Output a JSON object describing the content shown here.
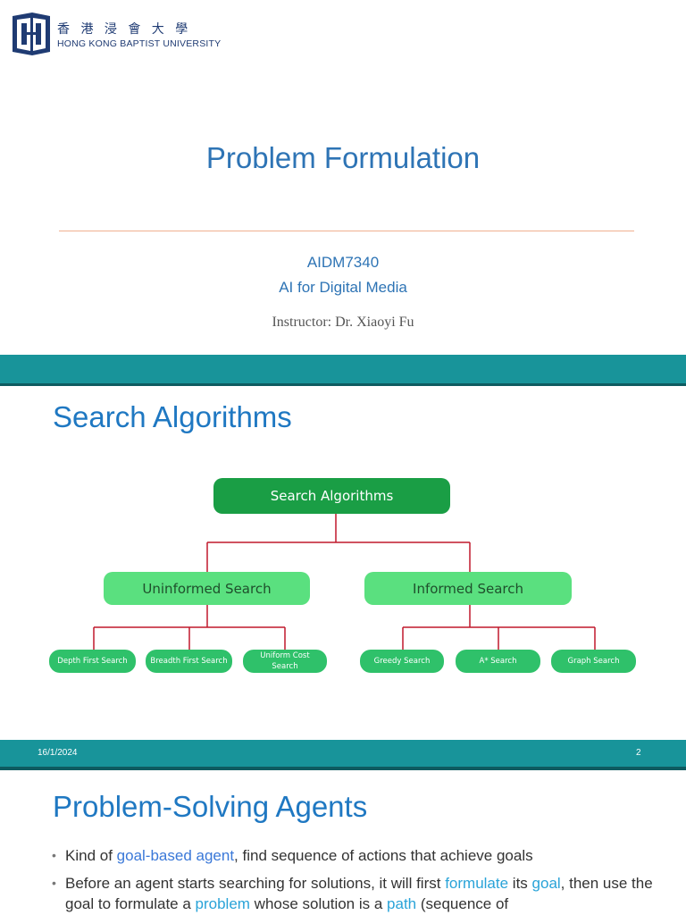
{
  "slide1": {
    "logo": {
      "chinese": "香 港 浸 會 大 學",
      "english": "HONG KONG BAPTIST UNIVERSITY"
    },
    "title": "Problem Formulation",
    "course_code": "AIDM7340",
    "course_name": "AI for Digital Media",
    "instructor": "Instructor: Dr. Xiaoyi Fu"
  },
  "slide2": {
    "title": "Search Algorithms",
    "diagram": {
      "root": "Search Algorithms",
      "uninformed": "Uninformed Search",
      "informed": "Informed Search",
      "uninformed_children": [
        "Depth First Search",
        "Breadth First Search",
        "Uniform Cost Search"
      ],
      "informed_children": [
        "Greedy Search",
        "A* Search",
        "Graph Search"
      ]
    },
    "footer": {
      "date": "16/1/2024",
      "page": "2"
    }
  },
  "slide3": {
    "title": "Problem-Solving Agents",
    "bullet1": {
      "pre": "Kind of ",
      "hl": "goal-based agent",
      "post": ", find sequence of actions that achieve goals"
    },
    "bullet2": {
      "a": "Before an agent starts searching for solutions, it will first ",
      "b": "formulate",
      "c": " its ",
      "d": "goal",
      "e": ", then use the goal to formulate a ",
      "f": "problem",
      "g": " whose solution is a ",
      "h": "path",
      "i": " (sequence of"
    }
  },
  "colors": {
    "band": "#18949a",
    "title_blue": "#2e74b5",
    "root_green": "#1a9e45",
    "mid_green": "#5ae07f",
    "connector_red": "#c0182c"
  }
}
